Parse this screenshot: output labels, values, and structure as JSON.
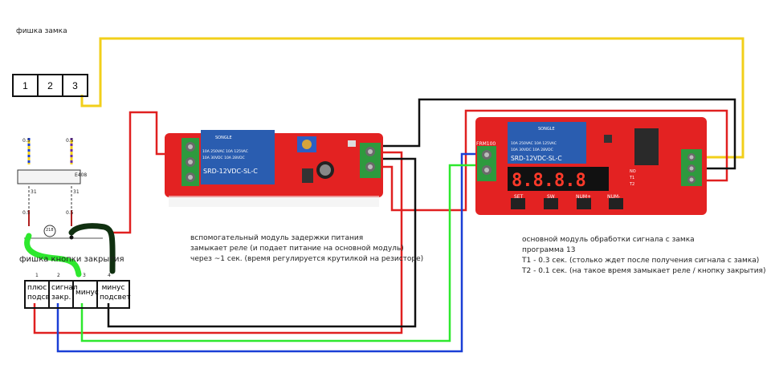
{
  "lock": {
    "title": "фишка замка",
    "pins": [
      "1",
      "2",
      "3"
    ]
  },
  "button": {
    "title": "фишка кнопки закрытия",
    "pins": [
      {
        "num": "1",
        "label": "плюс подсв"
      },
      {
        "num": "2",
        "label": "сигнал закр."
      },
      {
        "num": "3",
        "label": "минус"
      },
      {
        "num": "4",
        "label": "минус подсвет"
      }
    ]
  },
  "small_labels": {
    "e408": "E408",
    "c218": "218",
    "w_31a": "31",
    "w_31b": "31",
    "w_05a": "0.5",
    "w_05b": "0.5",
    "w_05c": "0.5",
    "w_05d": "0.5"
  },
  "delay_module": {
    "relay_text": [
      "SONGLE",
      "10A 250VAC 10A 125VAC",
      "10A 30VDC 10A 28VDC",
      "SRD-12VDC-SL-C"
    ],
    "note": [
      "вспомогательный модуль задержки питания",
      "замыкает реле (и подает питание на основной модуль)",
      "через ~1 сек. (время регулируется крутилкой на резисторе)"
    ]
  },
  "main_module": {
    "board_label": "FRM100",
    "relay_text": [
      "SONGLE",
      "10A 250VAC 10A 125VAC",
      "10A 30VDC 10A 28VDC",
      "SRD-12VDC-SL-C"
    ],
    "display": "8.8.8.8",
    "buttons": [
      "SET",
      "SW",
      "NUM+",
      "NUM-"
    ],
    "side_labels": [
      "NO",
      "T1",
      "T2"
    ],
    "note": [
      "основной модуль обработки сигнала с замка",
      "программа 13",
      "T1 - 0.3 сек.   (столько ждет после получения сигнала с замка)",
      "T2 - 0.1 сек.   (на такое время замыкает реле / кнопку закрытия)"
    ]
  },
  "colors": {
    "red": "#e02020",
    "black": "#111111",
    "yellow": "#f2cf1a",
    "blue": "#1a3fd6",
    "green": "#2ee82e",
    "darkgreen": "#103010",
    "board": "#e32222",
    "relay": "#2a5db0",
    "terminal": "#2e9a3e"
  }
}
